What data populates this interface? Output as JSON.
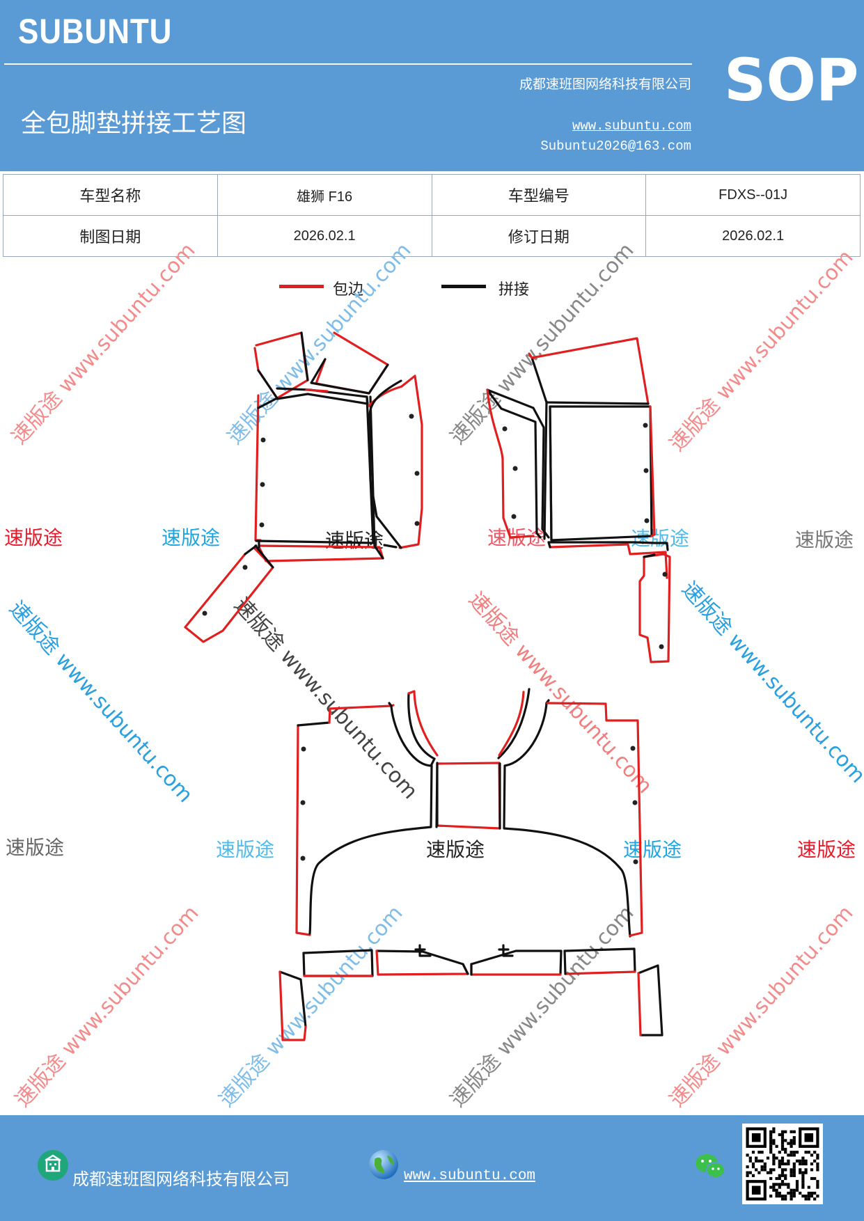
{
  "header": {
    "brand": "SUBUNTU",
    "company": "成都速班图网络科技有限公司",
    "title": "全包脚垫拼接工艺图",
    "website": "www.subuntu.com",
    "email": "Subuntu2026@163.com",
    "sop": "SOP"
  },
  "info": {
    "model_name_label": "车型名称",
    "model_name": "雄狮 F16",
    "model_code_label": "车型编号",
    "model_code": "FDXS--01J",
    "draw_date_label": "制图日期",
    "draw_date": "2026.02.1",
    "revise_date_label": "修订日期",
    "revise_date": "2026.02.1"
  },
  "legend": {
    "edge_label": "包边",
    "edge_color": "#e02020",
    "join_label": "拼接",
    "join_color": "#111111"
  },
  "watermarks": {
    "brand": "速版途",
    "diagonal": "速版途 www.subuntu.com"
  },
  "footer": {
    "company": "成都速班图网络科技有限公司",
    "website": "www.subuntu.com",
    "company_icon": "building-icon",
    "globe_icon": "globe-icon",
    "wechat_icon": "wechat-icon",
    "qr_icon": "qr-code-icon"
  }
}
